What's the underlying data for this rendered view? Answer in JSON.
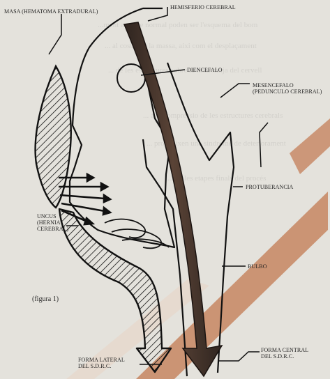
{
  "figure": {
    "caption": "(figura 1)",
    "labels": {
      "masa": "MASA (HEMATOMA EXTRADURAL)",
      "hemisferio": "HEMISFERIO CEREBRAL",
      "diencefalo": "DIENCEFALO",
      "mesencefalo": "MESENCEFALO\n(PEDUNCULO CEREBRAL)",
      "protuberancia": "PROTUBERANCIA",
      "uncus": "UNCUS\n(HERNIA\nCEREBRAL)",
      "bulbo": "BULBO",
      "forma_lateral": "FORMA LATERAL\nDEL S.D.R.C.",
      "forma_central": "FORMA CENTRAL\nDEL S.D.R.C."
    }
  },
  "colors": {
    "background": "#e4e2dc",
    "line": "#111111",
    "central_arrow": "#3e2e26",
    "accent_stripe": "#c98f6e"
  }
}
